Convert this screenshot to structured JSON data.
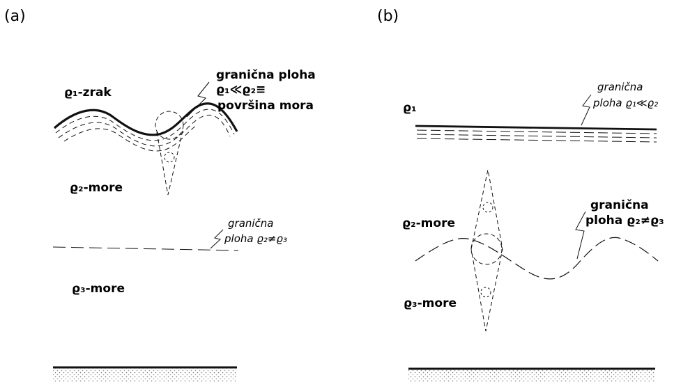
{
  "panel_a": {
    "label": "(a)",
    "zrak": "ϱ₁-zrak",
    "surface_note": [
      "granična ploha",
      "ϱ₁≪ϱ₂≡",
      "površina mora"
    ],
    "more_upper": "ϱ₂-more",
    "interface_note": [
      "granična",
      "ploha ϱ₂≠ϱ₃"
    ],
    "more_lower": "ϱ₃-more"
  },
  "panel_b": {
    "label": "(b)",
    "rho1": "ϱ₁",
    "surface_note": [
      "granična",
      "ploha ϱ₁≪ϱ₂"
    ],
    "more_upper": "ϱ₂-more",
    "interface_note": [
      "granična",
      "ploha ϱ₂≠ϱ₃"
    ],
    "more_lower": "ϱ₃-more"
  }
}
